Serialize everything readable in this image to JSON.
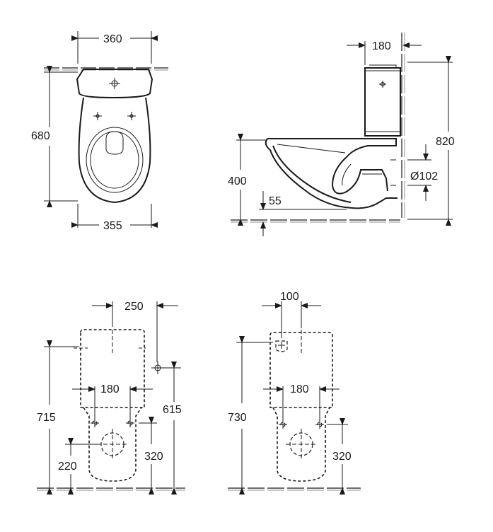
{
  "drawing": {
    "top_view": {
      "width_top": "360",
      "depth": "680",
      "width_bottom": "355"
    },
    "side_view": {
      "cistern_depth": "180",
      "total_height": "820",
      "seat_height": "400",
      "outlet_height": "55",
      "outlet_diameter": "Ø102"
    },
    "front_view_a": {
      "width_250": "250",
      "fixing_180": "180",
      "height_715": "715",
      "height_615": "615",
      "height_320": "320",
      "height_220": "220"
    },
    "front_view_b": {
      "width_100": "100",
      "fixing_180": "180",
      "height_730": "730",
      "height_320": "320"
    }
  }
}
